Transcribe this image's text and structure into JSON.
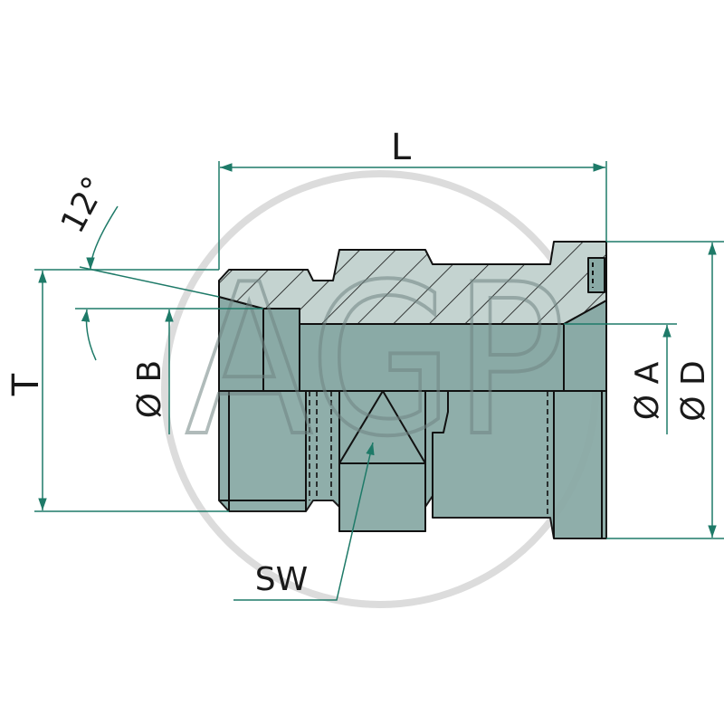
{
  "drawing": {
    "labels": {
      "length": "L",
      "thread_length": "T",
      "angle": "12°",
      "diameter_b": "Ø B",
      "diameter_a": "Ø A",
      "diameter_d": "Ø D",
      "wrench_size": "SW"
    },
    "watermark": "AGP",
    "colors": {
      "dimension": "#1e7a68",
      "section_hatch": "#c4d3d0",
      "body": "#8aaaa6",
      "outline": "#111111"
    }
  }
}
